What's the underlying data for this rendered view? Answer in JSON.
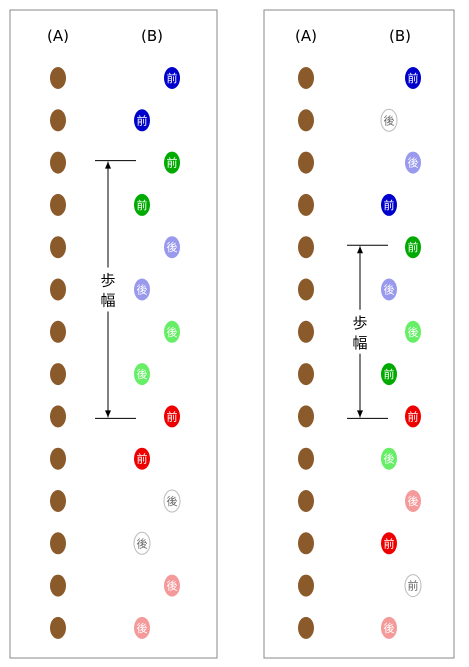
{
  "colors": {
    "ground_dot": "#8b5a2b",
    "border": "#888888",
    "blue": "#0000cc",
    "light_blue": "#9999ee",
    "green": "#00aa00",
    "light_green": "#66ee66",
    "red": "#ee0000",
    "light_red": "#f59a9a",
    "white": "#ffffff",
    "white_stroke": "#bbbbbb",
    "white_text": "#666666"
  },
  "panels": [
    {
      "col_a_label": "(A)",
      "col_b_label": "(B)",
      "brown_count": 14,
      "markers": [
        {
          "row": 0,
          "side": "right",
          "label": "前",
          "color": "blue"
        },
        {
          "row": 1,
          "side": "left",
          "label": "前",
          "color": "blue"
        },
        {
          "row": 2,
          "side": "right",
          "label": "前",
          "color": "green"
        },
        {
          "row": 3,
          "side": "left",
          "label": "前",
          "color": "green"
        },
        {
          "row": 4,
          "side": "right",
          "label": "後",
          "color": "light_blue"
        },
        {
          "row": 5,
          "side": "left",
          "label": "後",
          "color": "light_blue"
        },
        {
          "row": 6,
          "side": "right",
          "label": "後",
          "color": "light_green"
        },
        {
          "row": 7,
          "side": "left",
          "label": "後",
          "color": "light_green"
        },
        {
          "row": 8,
          "side": "right",
          "label": "前",
          "color": "red"
        },
        {
          "row": 9,
          "side": "left",
          "label": "前",
          "color": "red"
        },
        {
          "row": 10,
          "side": "right",
          "label": "後",
          "color": "white"
        },
        {
          "row": 11,
          "side": "left",
          "label": "後",
          "color": "white"
        },
        {
          "row": 12,
          "side": "right",
          "label": "後",
          "color": "light_red"
        },
        {
          "row": 13,
          "side": "left",
          "label": "後",
          "color": "light_red"
        }
      ],
      "stride": {
        "row_start": 2,
        "row_end": 8,
        "label_top": "歩",
        "label_bottom": "幅"
      }
    },
    {
      "col_a_label": "(A)",
      "col_b_label": "(B)",
      "brown_count": 14,
      "markers": [
        {
          "row": 0,
          "side": "right",
          "label": "前",
          "color": "blue"
        },
        {
          "row": 1,
          "side": "left",
          "label": "後",
          "color": "white"
        },
        {
          "row": 2,
          "side": "right",
          "label": "後",
          "color": "light_blue"
        },
        {
          "row": 3,
          "side": "left",
          "label": "前",
          "color": "blue"
        },
        {
          "row": 4,
          "side": "right",
          "label": "前",
          "color": "green"
        },
        {
          "row": 5,
          "side": "left",
          "label": "後",
          "color": "light_blue"
        },
        {
          "row": 6,
          "side": "right",
          "label": "後",
          "color": "light_green"
        },
        {
          "row": 7,
          "side": "left",
          "label": "前",
          "color": "green"
        },
        {
          "row": 8,
          "side": "right",
          "label": "前",
          "color": "red"
        },
        {
          "row": 9,
          "side": "left",
          "label": "後",
          "color": "light_green"
        },
        {
          "row": 10,
          "side": "right",
          "label": "後",
          "color": "light_red"
        },
        {
          "row": 11,
          "side": "left",
          "label": "前",
          "color": "red"
        },
        {
          "row": 12,
          "side": "right",
          "label": "前",
          "color": "white"
        },
        {
          "row": 13,
          "side": "left",
          "label": "後",
          "color": "light_red"
        }
      ],
      "stride": {
        "row_start": 4,
        "row_end": 8,
        "label_top": "歩",
        "label_bottom": "幅"
      }
    }
  ]
}
